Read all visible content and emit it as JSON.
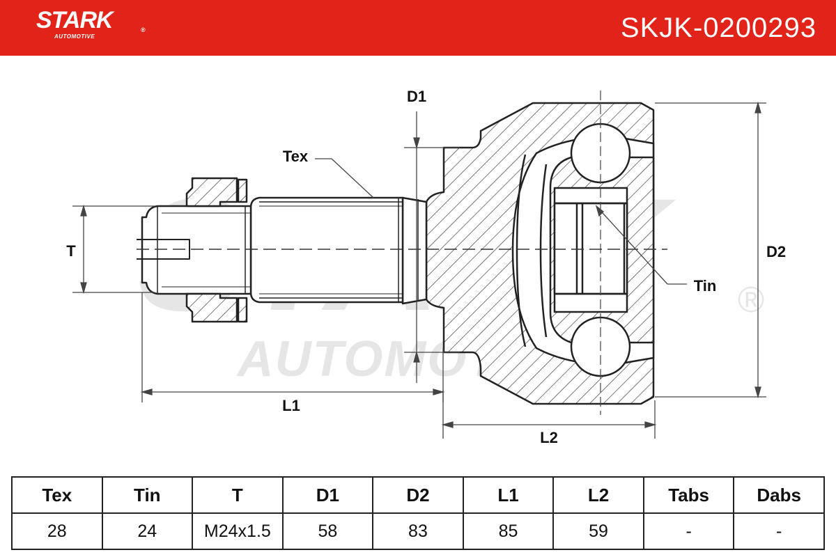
{
  "header": {
    "brand": "STARK",
    "brand_sub": "AUTOMOTIVE",
    "brand_reg": "®",
    "part_number": "SKJK-0200293",
    "color": "#e2231a"
  },
  "watermark": {
    "main": "STARK",
    "sub": "AUTOMOTIVE",
    "reg": "®"
  },
  "diagram": {
    "labels": {
      "d1": "D1",
      "d2": "D2",
      "tex": "Tex",
      "tin": "Tin",
      "t": "T",
      "l1": "L1",
      "l2": "L2"
    }
  },
  "table": {
    "headers": [
      "Tex",
      "Tin",
      "T",
      "D1",
      "D2",
      "L1",
      "L2",
      "Tabs",
      "Dabs"
    ],
    "values": [
      "28",
      "24",
      "M24x1.5",
      "58",
      "83",
      "85",
      "59",
      "-",
      "-"
    ]
  }
}
